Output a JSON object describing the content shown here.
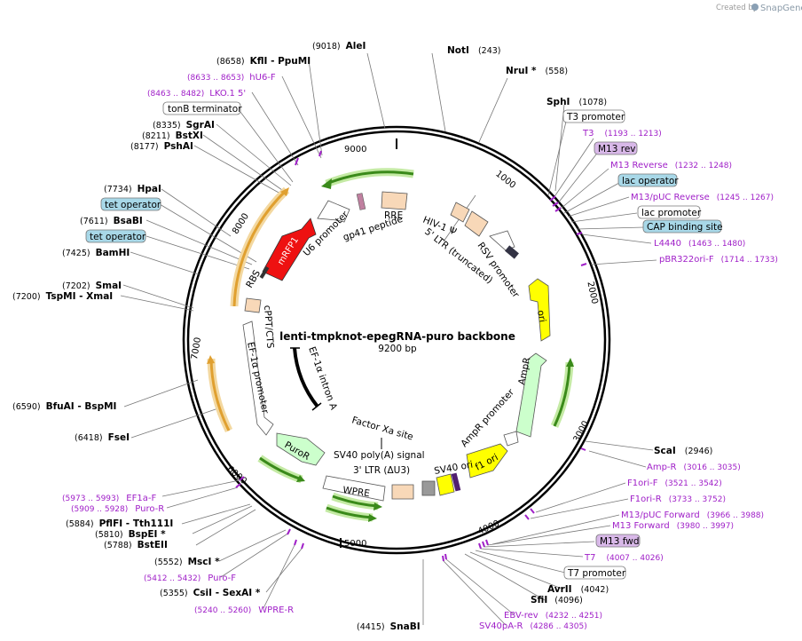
{
  "credit": {
    "prefix": "Created by",
    "brand": "SnapGene"
  },
  "plasmid": {
    "name": "lenti-tmpknot-epegRNA-puro backbone",
    "size": "9200 bp"
  },
  "ticks": [
    "1000",
    "2000",
    "3000",
    "4000",
    "5000",
    "6000",
    "7000",
    "8000",
    "9000"
  ],
  "colors": {
    "outer_ring": "#000000",
    "primer": "#a020c8",
    "green_arc": "#3a8a1a",
    "orange_arc": "#e0a030",
    "mRFP1": "#ee1111",
    "ori": "#ffff00",
    "AmpR": "#ccffcc",
    "feature_tan": "#f8d8b8",
    "tag_blue": "#a8d8e8",
    "tag_purple": "#d8b8e8"
  },
  "sites": [
    {
      "name": "AleI",
      "pos": "(9018)"
    },
    {
      "name": "NotI",
      "pos": "(243)"
    },
    {
      "name": "NruI *",
      "pos": "(558)"
    },
    {
      "name": "SphI",
      "pos": "(1078)"
    },
    {
      "name": "ScaI",
      "pos": "(2946)"
    },
    {
      "name": "AvrII",
      "pos": "(4042)"
    },
    {
      "name": "SfiI",
      "pos": "(4096)"
    },
    {
      "name": "SnaBI",
      "pos": "(4415)"
    },
    {
      "name": "CsiI - SexAI *",
      "pos": "(5355)"
    },
    {
      "name": "MscI *",
      "pos": "(5552)"
    },
    {
      "name": "BstEII",
      "pos": "(5788)"
    },
    {
      "name": "BspEI *",
      "pos": "(5810)"
    },
    {
      "name": "PflFI - Tth111I",
      "pos": "(5884)"
    },
    {
      "name": "FseI",
      "pos": "(6418)"
    },
    {
      "name": "BfuAI - BspMI",
      "pos": "(6590)"
    },
    {
      "name": "TspMI - XmaI",
      "pos": "(7200)"
    },
    {
      "name": "SmaI",
      "pos": "(7202)"
    },
    {
      "name": "BamHI",
      "pos": "(7425)"
    },
    {
      "name": "BsaBI",
      "pos": "(7611)"
    },
    {
      "name": "HpaI",
      "pos": "(7734)"
    },
    {
      "name": "PshAI",
      "pos": "(8177)"
    },
    {
      "name": "BstXI",
      "pos": "(8211)"
    },
    {
      "name": "SgrAI",
      "pos": "(8335)"
    },
    {
      "name": "KflI - PpuMI",
      "pos": "(8658)"
    }
  ],
  "primers": [
    {
      "name": "hU6-F",
      "range": "(8633 .. 8653)"
    },
    {
      "name": "LKO.1 5'",
      "range": "(8463 .. 8482)"
    },
    {
      "name": "T3",
      "range": "(1193 .. 1213)"
    },
    {
      "name": "M13 Reverse",
      "range": "(1232 .. 1248)"
    },
    {
      "name": "M13/pUC Reverse",
      "range": "(1245 .. 1267)"
    },
    {
      "name": "L4440",
      "range": "(1463 .. 1480)"
    },
    {
      "name": "pBR322ori-F",
      "range": "(1714 .. 1733)"
    },
    {
      "name": "Amp-R",
      "range": "(3016 .. 3035)"
    },
    {
      "name": "F1ori-F",
      "range": "(3521 .. 3542)"
    },
    {
      "name": "F1ori-R",
      "range": "(3733 .. 3752)"
    },
    {
      "name": "M13/pUC Forward",
      "range": "(3966 .. 3988)"
    },
    {
      "name": "M13 Forward",
      "range": "(3980 .. 3997)"
    },
    {
      "name": "T7",
      "range": "(4007 .. 4026)"
    },
    {
      "name": "EBV-rev",
      "range": "(4232 .. 4251)"
    },
    {
      "name": "SV40pA-R",
      "range": "(4286 .. 4305)"
    },
    {
      "name": "EF1a-F",
      "range": "(5973 .. 5993)"
    },
    {
      "name": "Puro-R",
      "range": "(5909 .. 5928)"
    },
    {
      "name": "Puro-F",
      "range": "(5412 .. 5432)"
    },
    {
      "name": "WPRE-R",
      "range": "(5240 .. 5260)"
    }
  ],
  "tags": [
    "tonB terminator",
    "T3 promoter",
    "M13 rev",
    "lac operator",
    "lac promoter",
    "CAP binding site",
    "tet operator",
    "tet operator",
    "M13 fwd",
    "T7 promoter"
  ],
  "features": [
    "RRE",
    "gp41 peptide",
    "U6 promoter",
    "mRFP1",
    "RBS",
    "HIV-1 Ψ",
    "5' LTR (truncated)",
    "RSV promoter",
    "ori",
    "AmpR",
    "AmpR promoter",
    "f1 ori",
    "SV40 ori",
    "SV40 poly(A) signal",
    "3' LTR (ΔU3)",
    "WPRE",
    "Factor Xa site",
    "PuroR",
    "EF-1α promoter",
    "cPPT/CTS",
    "EF-1α intron A"
  ]
}
